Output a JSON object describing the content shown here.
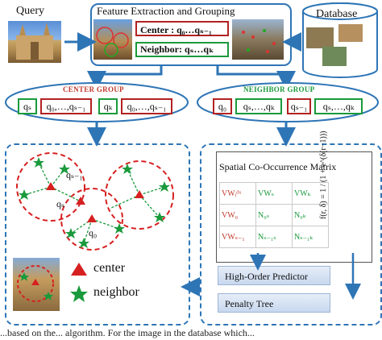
{
  "query": {
    "label": "Query"
  },
  "database": {
    "label": "Database"
  },
  "feature": {
    "title": "Feature Extraction and Grouping",
    "center_text": "Center : q₀…qₛ₋₁",
    "neighbor_text": "Neighbor: qₛ…qₖ"
  },
  "center_group": {
    "title": "CENTER GROUP",
    "items": [
      "qₛ",
      "q₀,…,qₛ₋₁",
      "qₖ",
      "q₀,…,qₛ₋₁"
    ]
  },
  "neighbor_group": {
    "title": "NEIGHBOR GROUP",
    "items": [
      "q₀",
      "qₛ,…,qₖ",
      "qₛ₋₁",
      "qₛ,…,qₖ"
    ]
  },
  "spatial": {
    "title": "Spatial Co-Occurrence Matrix",
    "rows": [
      [
        "VWᵢᵈˣ",
        "VWₛ",
        "VWₖ"
      ],
      [
        "VW₀",
        "N₀ₛ",
        "N₀ₖ"
      ],
      [
        "VWₛ₋₁",
        "Nₛ₋₁ₛ",
        "Nₛ₋₁ₖ"
      ]
    ],
    "formula": "f(r, δ) = 1 / (1 + e^(δ(r−1)))"
  },
  "predictor": {
    "label": "High-Order Predictor"
  },
  "penalty": {
    "label": "Penalty Tree"
  },
  "diagram": {
    "labels": {
      "qs1": "qₛ₋₁",
      "qs": "qₛ",
      "q0": "q₀"
    }
  },
  "legend": {
    "center": "center",
    "neighbor": "neighbor"
  },
  "colors": {
    "blue": "#2e75b6",
    "red": "#c0392b",
    "green": "#1a9a3c"
  },
  "caption": "...based on the... algorithm. For the image in the database which..."
}
